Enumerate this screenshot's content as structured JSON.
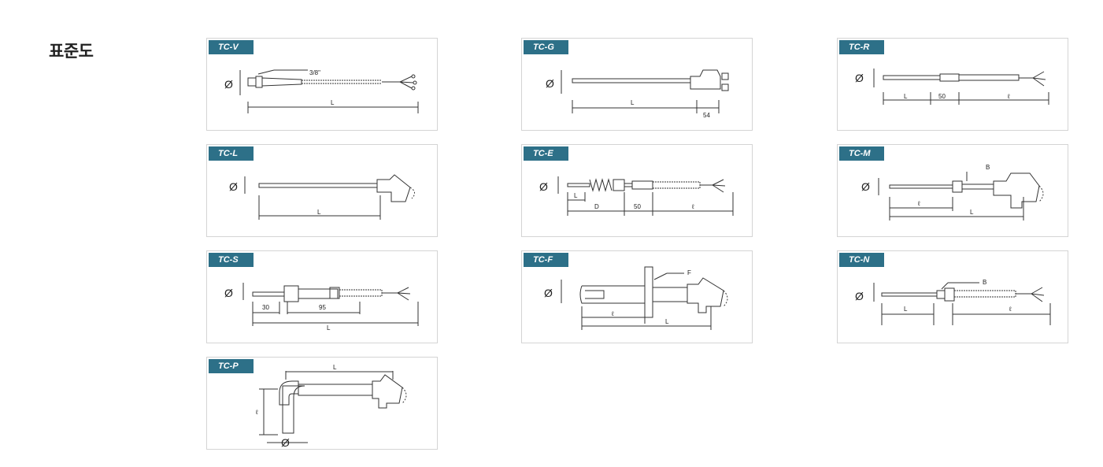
{
  "page": {
    "title": "표준도"
  },
  "items": [
    {
      "name": "TC-V",
      "labels": {
        "phi": "Ø",
        "thread": "3/8\"",
        "L": "L"
      }
    },
    {
      "name": "TC-G",
      "labels": {
        "phi": "Ø",
        "L": "L",
        "head": "54"
      }
    },
    {
      "name": "TC-R",
      "labels": {
        "phi": "Ø",
        "L": "L",
        "mid": "50",
        "l": "ℓ"
      }
    },
    {
      "name": "TC-L",
      "labels": {
        "phi": "Ø",
        "L": "L"
      }
    },
    {
      "name": "TC-E",
      "labels": {
        "phi": "Ø",
        "L": "L",
        "D": "D",
        "mid": "50",
        "l": "ℓ"
      }
    },
    {
      "name": "TC-M",
      "labels": {
        "phi": "Ø",
        "B": "B",
        "l": "ℓ",
        "L": "L"
      }
    },
    {
      "name": "TC-S",
      "labels": {
        "phi": "Ø",
        "a": "30",
        "b": "95",
        "L": "L"
      }
    },
    {
      "name": "TC-F",
      "labels": {
        "phi": "Ø",
        "F": "F",
        "l": "ℓ",
        "L": "L"
      }
    },
    {
      "name": "TC-N",
      "labels": {
        "phi": "Ø",
        "B": "B",
        "L": "L",
        "l": "ℓ"
      }
    },
    {
      "name": "TC-P",
      "labels": {
        "L": "L",
        "l": "ℓ",
        "phi": "Ø"
      }
    }
  ]
}
